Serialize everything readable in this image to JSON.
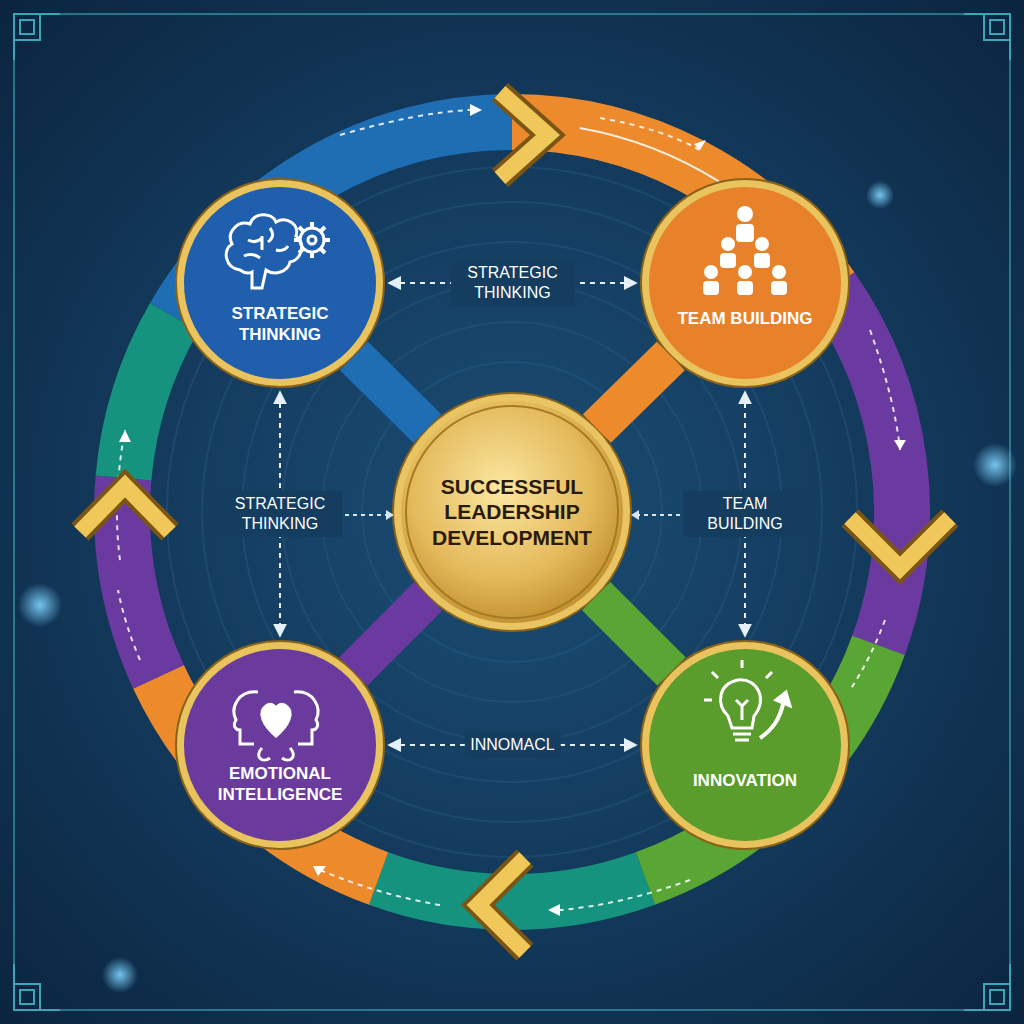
{
  "diagram": {
    "nodes": [
      {
        "text": [
          "STRATEGIC THINKING"
        ]
      },
      {
        "text": [
          "TEAM BUILDING"
        ]
      },
      {
        "text": [
          "SUCCESSFUL LEADERSHIP DEVELOPMENT"
        ]
      },
      {
        "text": [
          "EMOTIONAL INTELLIGENCE"
        ]
      },
      {
        "text": [
          "INNOVATION"
        ]
      }
    ],
    "edges": [
      {
        "from": 0,
        "to": 1,
        "label": "STRATEGIC THINKING",
        "arrow": "both"
      },
      {
        "from": 0,
        "to": 3,
        "label": "STRATEGIC THINKING",
        "arrow": "both"
      },
      {
        "from": 1,
        "to": 4,
        "label": "TEAM BUILDING",
        "arrow": "both"
      },
      {
        "from": 3,
        "to": 4,
        "label": "INNOMACL",
        "arrow": "both"
      },
      {
        "from": 2,
        "to": 0,
        "arrow": "none"
      },
      {
        "from": 2,
        "to": 1,
        "arrow": "none"
      },
      {
        "from": 2,
        "to": 3,
        "arrow": "none"
      },
      {
        "from": 2,
        "to": 4,
        "arrow": "none"
      }
    ]
  }
}
